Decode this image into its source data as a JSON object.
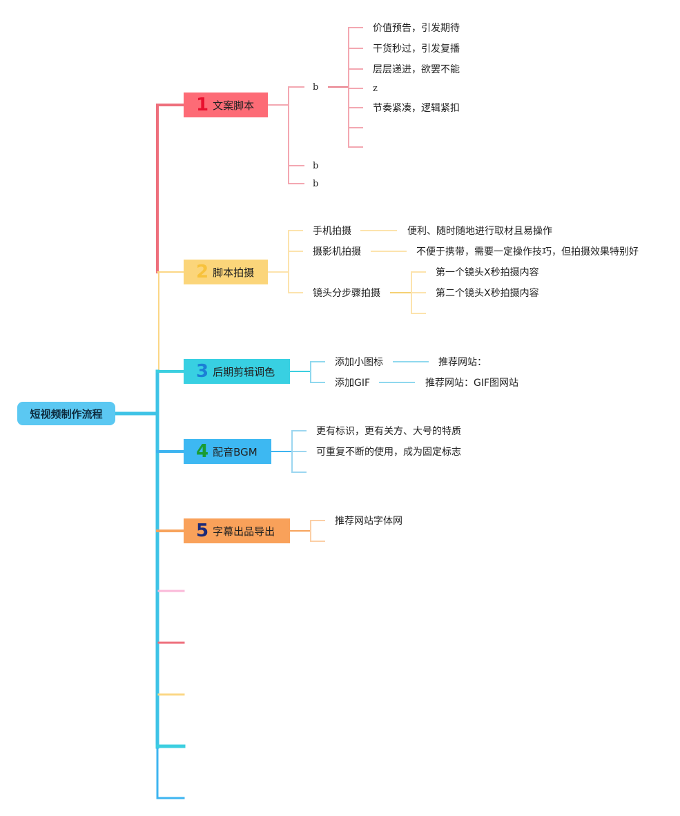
{
  "root": {
    "label": "短视频制作流程"
  },
  "colors": {
    "trunk": "#3ec3e6",
    "b1": "#ee6f7c",
    "b2": "#fbd786",
    "b3": "#3ccfe0",
    "b4": "#3db4f0",
    "b5": "#f7a35c",
    "pink": "#fbb9d9"
  },
  "branches": [
    {
      "num": "1",
      "label": "文案脚本",
      "children": [
        {
          "label": "b",
          "children": [
            "价值预告，引发期待",
            "干货秒过，引发复播",
            "层层递进，欲罢不能",
            "z",
            "节奏紧凑，逻辑紧扣"
          ]
        },
        {
          "label": "b"
        },
        {
          "label": "b"
        }
      ]
    },
    {
      "num": "2",
      "label": "脚本拍摄",
      "children": [
        {
          "label": "手机拍摄",
          "children": [
            "便利、随时随地进行取材且易操作"
          ]
        },
        {
          "label": "摄影机拍摄",
          "children": [
            "不便于携带，需要一定操作技巧，但拍摄效果特别好"
          ]
        },
        {
          "label": "镜头分步骤拍摄",
          "children": [
            "第一个镜头X秒拍摄内容",
            "第二个镜头X秒拍摄内容"
          ]
        }
      ]
    },
    {
      "num": "3",
      "label": "后期剪辑调色",
      "children": [
        {
          "label": "添加小图标",
          "children": [
            "推荐网站："
          ]
        },
        {
          "label": "添加GIF",
          "children": [
            "推荐网站：GIF图网站"
          ]
        }
      ]
    },
    {
      "num": "4",
      "label": "配音BGM",
      "children": [
        {
          "label": "更有标识，更有关方、大号的特质"
        },
        {
          "label": "可重复不断的使用，成为固定标志"
        }
      ]
    },
    {
      "num": "5",
      "label": "字幕出品导出",
      "children": [
        {
          "label": "推荐网站字体网"
        }
      ]
    }
  ]
}
